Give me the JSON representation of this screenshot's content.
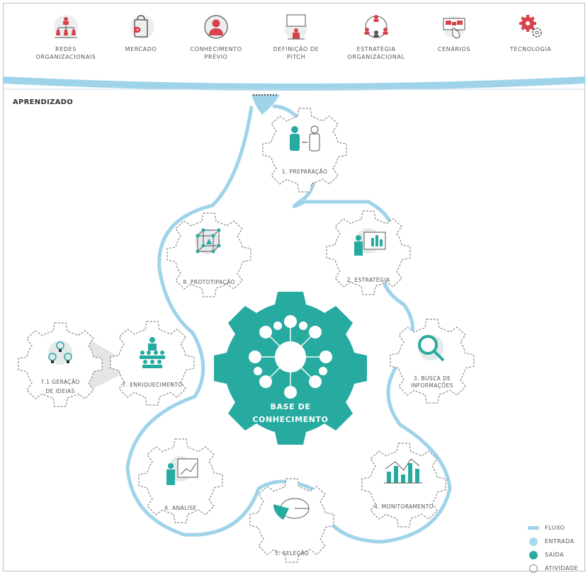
{
  "header": {
    "items": [
      {
        "label": "REDES\nORGANIZACIONAIS",
        "icon": "org-chart-icon"
      },
      {
        "label": "MERCADO",
        "icon": "shopping-bag-icon"
      },
      {
        "label": "CONHECIMENTO\nPRÉVIO",
        "icon": "person-profile-icon"
      },
      {
        "label": "DEFINIÇÃO DE\nPITCH",
        "icon": "presenter-icon"
      },
      {
        "label": "ESTRATÉGIA\nORGANIZACIONAL",
        "icon": "team-network-icon"
      },
      {
        "label": "CENÁRIOS",
        "icon": "hand-touch-screen-icon"
      },
      {
        "label": "TECNOLOGIA",
        "icon": "gears-icon"
      }
    ]
  },
  "section_label": "APRENDIZADO",
  "center": {
    "label_line1": "BASE DE",
    "label_line2": "CONHECIMENTO"
  },
  "activities": {
    "preparacao": {
      "label": "1. PREPARAÇÃO",
      "icon": "people-exchange-icon"
    },
    "estrategia": {
      "label": "2. ESTRATÉGIA",
      "icon": "presentation-chart-icon"
    },
    "busca": {
      "label_line1": "3. BUSCA DE",
      "label_line2": "INFORMAÇÕES",
      "icon": "magnifier-icon"
    },
    "monitoramento": {
      "label": "4. MONITORAMENTO",
      "icon": "bar-chart-icon"
    },
    "selecao": {
      "label": "5. SELEÇÃO",
      "icon": "pie-chart-icon"
    },
    "analise": {
      "label": "6. ANÁLISE",
      "icon": "presenter-board-icon"
    },
    "enriquecimento": {
      "label": "7. ENRIQUECIMENTO",
      "icon": "audience-icon"
    },
    "geracao": {
      "label_line1": "7.1 GERAÇÃO",
      "label_line2": "DE IDEIAS",
      "icon": "lightbulbs-icon"
    },
    "prototipacao": {
      "label": "8. PROTOTIPAÇÃO",
      "icon": "cube-icon"
    }
  },
  "legend": {
    "fluxo": "FLUXO",
    "entrada": "ENTRADA",
    "saida": "SAÍDA",
    "atividade": "ATIVIDADE"
  },
  "colors": {
    "flow": "#9fd3ea",
    "input": "#a9d9ee",
    "output": "#27aaa0",
    "accent_red": "#d7424d",
    "gear_outline": "#8a8a8a"
  }
}
